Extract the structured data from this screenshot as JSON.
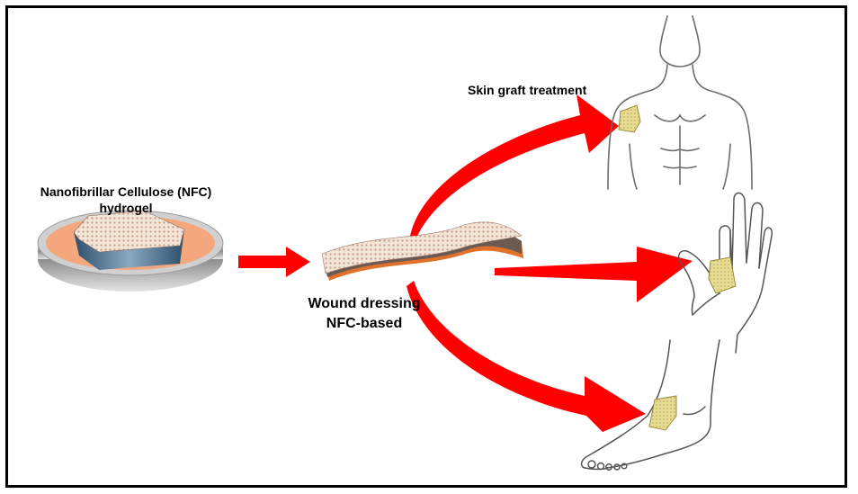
{
  "labels": {
    "nfc_hydrogel_line1": "Nanofibrillar Cellulose (NFC)",
    "nfc_hydrogel_line2": "hydrogel",
    "wound_dressing_line1": "Wound dressing",
    "wound_dressing_line2": "NFC-based",
    "skin_graft": "Skin graft treatment"
  },
  "colors": {
    "arrow": "#ff0000",
    "dish_fill": "#f4a77c",
    "dish_rim": "#b9b9b9",
    "gel_top": "#e9d7c8",
    "gel_side": "#2f5b7a",
    "dressing_top": "#efc8b4",
    "dressing_edge": "#e0702a",
    "patch": "#e6d88c",
    "outline": "#666666"
  },
  "icons": {
    "petri_dish": "petri-dish-icon",
    "dressing": "wound-dressing-icon",
    "torso": "human-torso-icon",
    "hand": "human-hand-icon",
    "foot": "human-foot-icon"
  }
}
